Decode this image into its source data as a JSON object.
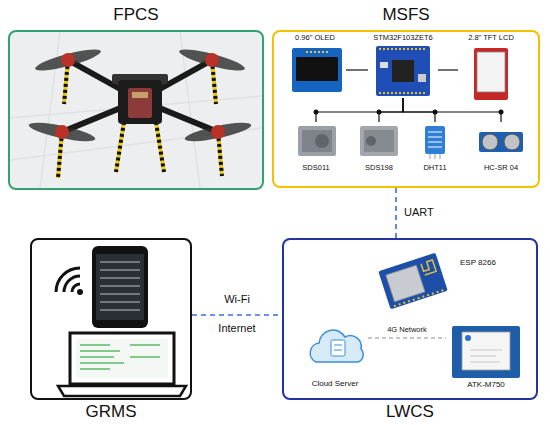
{
  "diagram": {
    "nodes": [
      {
        "text": [
          "FPCS"
        ]
      },
      {
        "text": [
          "MSFS"
        ]
      },
      {
        "text": [
          "0.96\" OLED"
        ],
        "in": 1
      },
      {
        "text": [
          "STM32F103ZET6"
        ],
        "in": 1
      },
      {
        "text": [
          "2.8\" TFT LCD"
        ],
        "in": 1
      },
      {
        "text": [
          "SDS011"
        ],
        "in": 1
      },
      {
        "text": [
          "SDS198"
        ],
        "in": 1
      },
      {
        "text": [
          "DHT11"
        ],
        "in": 1
      },
      {
        "text": [
          "HC-SR 04"
        ],
        "in": 1
      },
      {
        "text": [
          "GRMS"
        ]
      },
      {
        "text": [
          "LWCS"
        ]
      },
      {
        "text": [
          "ESP 8266"
        ],
        "in": 10
      },
      {
        "text": [
          "Cloud Server"
        ],
        "in": 10
      },
      {
        "text": [
          "ATK-M750"
        ],
        "in": 10
      }
    ],
    "edges": [
      {
        "from": 2,
        "to": 3,
        "arrow": "none"
      },
      {
        "from": 3,
        "to": 4,
        "arrow": "none"
      },
      {
        "from": 3,
        "to": 5,
        "arrow": "none"
      },
      {
        "from": 3,
        "to": 6,
        "arrow": "none"
      },
      {
        "from": 3,
        "to": 7,
        "arrow": "none"
      },
      {
        "from": 3,
        "to": 8,
        "arrow": "none"
      },
      {
        "from": 1,
        "to": 10,
        "label": "UART",
        "arrow": "none"
      },
      {
        "from": 9,
        "to": 10,
        "label": "Wi-Fi",
        "arrow": "none"
      },
      {
        "from": 12,
        "to": 13,
        "label": "4G Network",
        "arrow": "none"
      }
    ],
    "labels": [
      "Internet"
    ]
  }
}
